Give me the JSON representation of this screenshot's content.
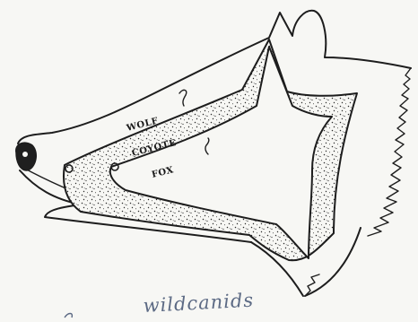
{
  "labels": {
    "wolf": "WOLF",
    "coyote": "COYOTE",
    "fox": "FOX"
  },
  "caption": "wildcanids",
  "colors": {
    "paper": "#f7f7f4",
    "ink": "#1d1d1d",
    "caption_ink": "#5c6a84"
  },
  "icons": [
    "wolf-head-outline",
    "coyote-head-outline",
    "fox-head-outline",
    "nose",
    "eye"
  ]
}
